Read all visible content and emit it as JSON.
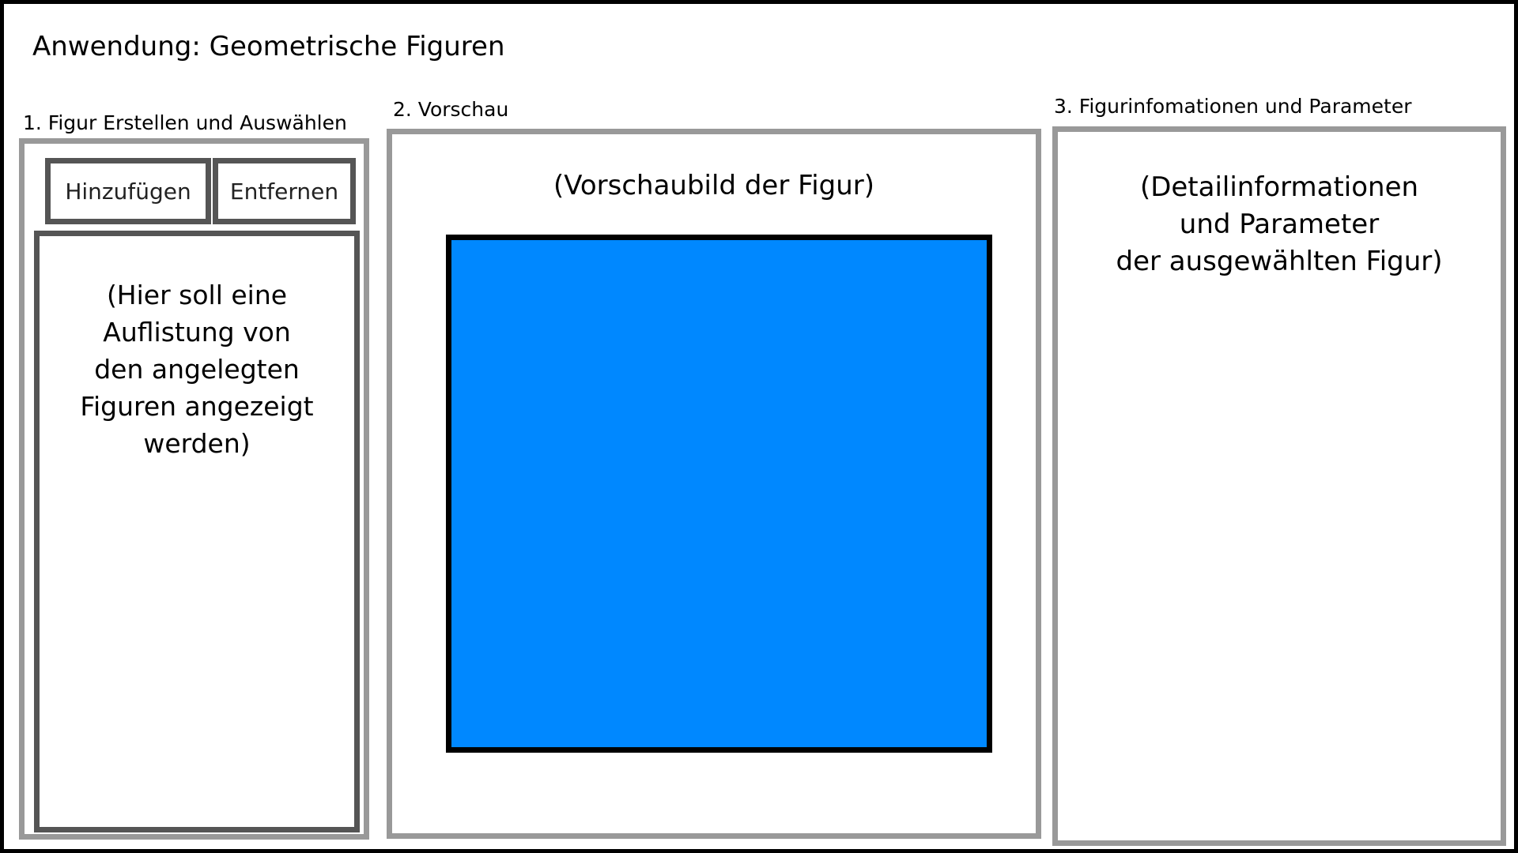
{
  "app": {
    "title": "Anwendung: Geometrische Figuren"
  },
  "sections": {
    "create_select": {
      "label": "1. Figur Erstellen und Auswählen",
      "add_button": "Hinzufügen",
      "remove_button": "Entfernen",
      "list_placeholder": "(Hier soll eine\nAuflistung von\nden angelegten\nFiguren angezeigt\nwerden)"
    },
    "preview": {
      "label": "2. Vorschau",
      "caption": "(Vorschaubild der Figur)",
      "shape": "rectangle",
      "shape_color": "#0088ff"
    },
    "details": {
      "label": "3. Figurinfomationen und Parameter",
      "placeholder": "(Detailinformationen\nund Parameter\nder ausgewählten Figur)"
    }
  }
}
